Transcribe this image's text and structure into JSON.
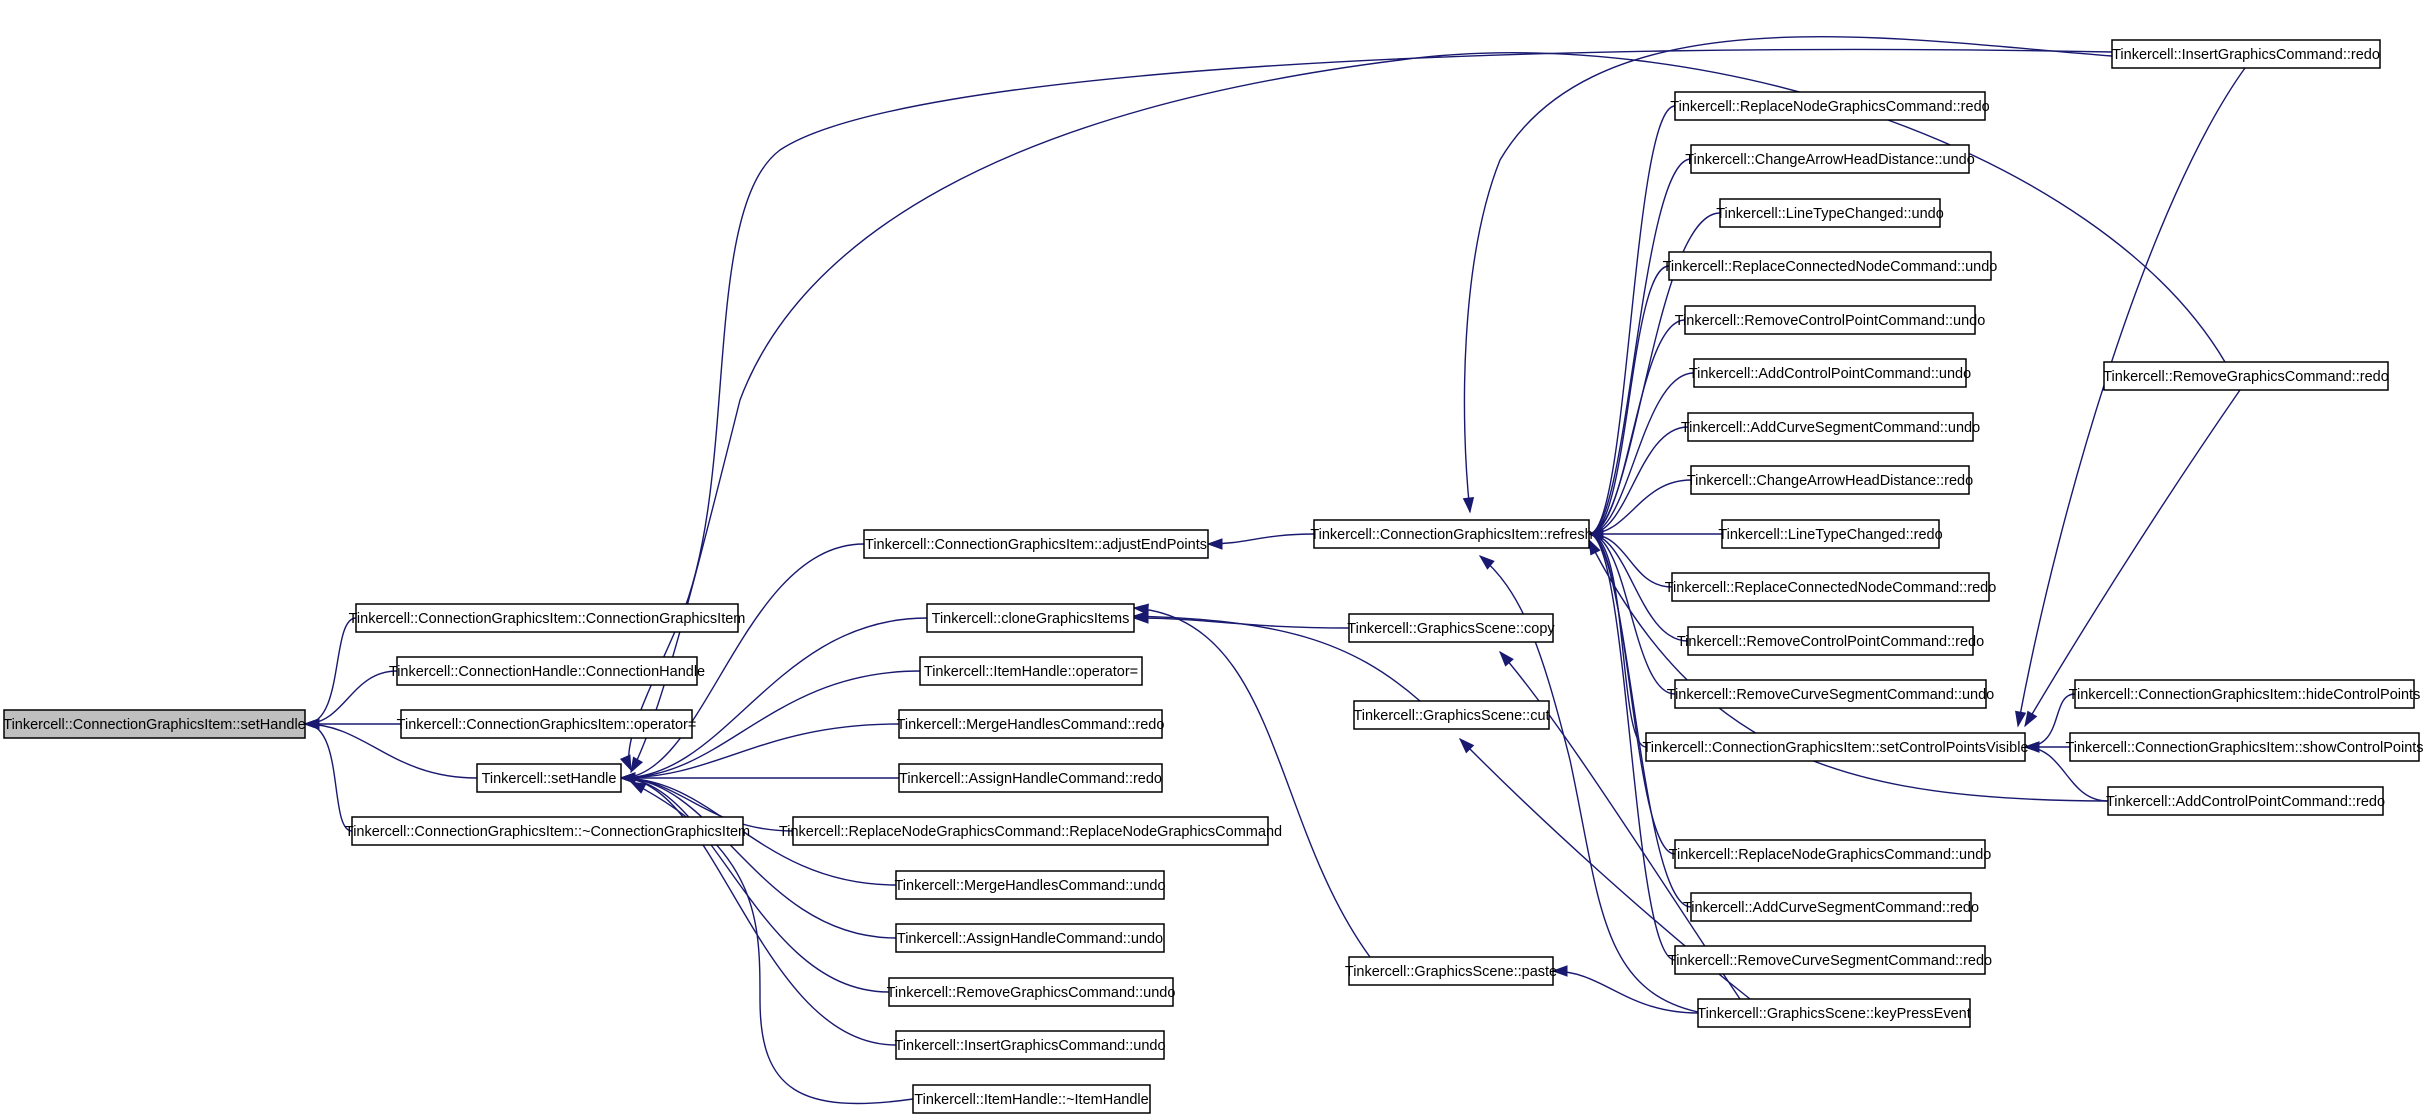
{
  "diagram": {
    "type": "call-graph",
    "colors": {
      "edge": "#191970",
      "root_fill": "#bfbfbf",
      "node_fill": "#ffffff",
      "node_border": "#000000"
    },
    "root": "Tinkercell::ConnectionGraphicsItem::setHandle",
    "nodes": [
      {
        "id": "setHandleRoot",
        "label": "Tinkercell::ConnectionGraphicsItem::setHandle",
        "root": true
      },
      {
        "id": "cgiCtor",
        "label": "Tinkercell::ConnectionGraphicsItem::ConnectionGraphicsItem"
      },
      {
        "id": "chCtor",
        "label": "Tinkercell::ConnectionHandle::ConnectionHandle"
      },
      {
        "id": "cgiAssign",
        "label": "Tinkercell::ConnectionGraphicsItem::operator="
      },
      {
        "id": "setHandle",
        "label": "Tinkercell::setHandle"
      },
      {
        "id": "cgiDtor",
        "label": "Tinkercell::ConnectionGraphicsItem::~ConnectionGraphicsItem"
      },
      {
        "id": "adjustEndPoints",
        "label": "Tinkercell::ConnectionGraphicsItem::adjustEndPoints"
      },
      {
        "id": "cloneGraphicsItems",
        "label": "Tinkercell::cloneGraphicsItems"
      },
      {
        "id": "ihAssign",
        "label": "Tinkercell::ItemHandle::operator="
      },
      {
        "id": "mergeRedo",
        "label": "Tinkercell::MergeHandlesCommand::redo"
      },
      {
        "id": "assignRedo",
        "label": "Tinkercell::AssignHandleCommand::redo"
      },
      {
        "id": "replaceNodeCtor",
        "label": "Tinkercell::ReplaceNodeGraphicsCommand::ReplaceNodeGraphicsCommand"
      },
      {
        "id": "mergeUndo",
        "label": "Tinkercell::MergeHandlesCommand::undo"
      },
      {
        "id": "assignUndo",
        "label": "Tinkercell::AssignHandleCommand::undo"
      },
      {
        "id": "removeGraphicsUndo",
        "label": "Tinkercell::RemoveGraphicsCommand::undo"
      },
      {
        "id": "insertGraphicsUndo",
        "label": "Tinkercell::InsertGraphicsCommand::undo"
      },
      {
        "id": "ihDtor",
        "label": "Tinkercell::ItemHandle::~ItemHandle"
      },
      {
        "id": "refresh",
        "label": "Tinkercell::ConnectionGraphicsItem::refresh"
      },
      {
        "id": "sceneCopy",
        "label": "Tinkercell::GraphicsScene::copy"
      },
      {
        "id": "sceneCut",
        "label": "Tinkercell::GraphicsScene::cut"
      },
      {
        "id": "scenePaste",
        "label": "Tinkercell::GraphicsScene::paste"
      },
      {
        "id": "replaceNodeRedo",
        "label": "Tinkercell::ReplaceNodeGraphicsCommand::redo"
      },
      {
        "id": "arrowUndo",
        "label": "Tinkercell::ChangeArrowHeadDistance::undo"
      },
      {
        "id": "lineTypeUndo",
        "label": "Tinkercell::LineTypeChanged::undo"
      },
      {
        "id": "replaceConnUndo",
        "label": "Tinkercell::ReplaceConnectedNodeCommand::undo"
      },
      {
        "id": "removeCPUndo",
        "label": "Tinkercell::RemoveControlPointCommand::undo"
      },
      {
        "id": "addCPUndo",
        "label": "Tinkercell::AddControlPointCommand::undo"
      },
      {
        "id": "addCurveUndo",
        "label": "Tinkercell::AddCurveSegmentCommand::undo"
      },
      {
        "id": "arrowRedo",
        "label": "Tinkercell::ChangeArrowHeadDistance::redo"
      },
      {
        "id": "lineTypeRedo",
        "label": "Tinkercell::LineTypeChanged::redo"
      },
      {
        "id": "replaceConnRedo",
        "label": "Tinkercell::ReplaceConnectedNodeCommand::redo"
      },
      {
        "id": "removeCPRedo",
        "label": "Tinkercell::RemoveControlPointCommand::redo"
      },
      {
        "id": "removeCurveUndo",
        "label": "Tinkercell::RemoveCurveSegmentCommand::undo"
      },
      {
        "id": "setCPVisible",
        "label": "Tinkercell::ConnectionGraphicsItem::setControlPointsVisible"
      },
      {
        "id": "replaceNodeUndo",
        "label": "Tinkercell::ReplaceNodeGraphicsCommand::undo"
      },
      {
        "id": "addCurveRedo",
        "label": "Tinkercell::AddCurveSegmentCommand::redo"
      },
      {
        "id": "removeCurveRedo",
        "label": "Tinkercell::RemoveCurveSegmentCommand::redo"
      },
      {
        "id": "keyPress",
        "label": "Tinkercell::GraphicsScene::keyPressEvent"
      },
      {
        "id": "insertGraphicsRedo",
        "label": "Tinkercell::InsertGraphicsCommand::redo"
      },
      {
        "id": "removeGraphicsRedo",
        "label": "Tinkercell::RemoveGraphicsCommand::redo"
      },
      {
        "id": "hideCP",
        "label": "Tinkercell::ConnectionGraphicsItem::hideControlPoints"
      },
      {
        "id": "showCP",
        "label": "Tinkercell::ConnectionGraphicsItem::showControlPoints"
      },
      {
        "id": "addCPRedo",
        "label": "Tinkercell::AddControlPointCommand::redo"
      }
    ],
    "edges": [
      [
        "cgiCtor",
        "setHandleRoot"
      ],
      [
        "chCtor",
        "setHandleRoot"
      ],
      [
        "cgiAssign",
        "setHandleRoot"
      ],
      [
        "setHandle",
        "setHandleRoot"
      ],
      [
        "cgiDtor",
        "setHandleRoot"
      ],
      [
        "adjustEndPoints",
        "setHandle"
      ],
      [
        "cloneGraphicsItems",
        "setHandle"
      ],
      [
        "ihAssign",
        "setHandle"
      ],
      [
        "mergeRedo",
        "setHandle"
      ],
      [
        "assignRedo",
        "setHandle"
      ],
      [
        "replaceNodeCtor",
        "setHandle"
      ],
      [
        "mergeUndo",
        "setHandle"
      ],
      [
        "assignUndo",
        "setHandle"
      ],
      [
        "removeGraphicsUndo",
        "setHandle"
      ],
      [
        "insertGraphicsUndo",
        "setHandle"
      ],
      [
        "ihDtor",
        "setHandle"
      ],
      [
        "insertGraphicsRedo",
        "setHandle"
      ],
      [
        "removeGraphicsRedo",
        "setHandle"
      ],
      [
        "refresh",
        "adjustEndPoints"
      ],
      [
        "sceneCopy",
        "cloneGraphicsItems"
      ],
      [
        "sceneCut",
        "cloneGraphicsItems"
      ],
      [
        "scenePaste",
        "cloneGraphicsItems"
      ],
      [
        "keyPress",
        "sceneCopy"
      ],
      [
        "keyPress",
        "sceneCut"
      ],
      [
        "keyPress",
        "scenePaste"
      ],
      [
        "replaceNodeRedo",
        "refresh"
      ],
      [
        "arrowUndo",
        "refresh"
      ],
      [
        "lineTypeUndo",
        "refresh"
      ],
      [
        "replaceConnUndo",
        "refresh"
      ],
      [
        "removeCPUndo",
        "refresh"
      ],
      [
        "addCPUndo",
        "refresh"
      ],
      [
        "addCurveUndo",
        "refresh"
      ],
      [
        "arrowRedo",
        "refresh"
      ],
      [
        "lineTypeRedo",
        "refresh"
      ],
      [
        "replaceConnRedo",
        "refresh"
      ],
      [
        "removeCPRedo",
        "refresh"
      ],
      [
        "removeCurveUndo",
        "refresh"
      ],
      [
        "setCPVisible",
        "refresh"
      ],
      [
        "replaceNodeUndo",
        "refresh"
      ],
      [
        "addCurveRedo",
        "refresh"
      ],
      [
        "removeCurveRedo",
        "refresh"
      ],
      [
        "keyPress",
        "refresh"
      ],
      [
        "insertGraphicsRedo",
        "refresh"
      ],
      [
        "addCPRedo",
        "refresh"
      ],
      [
        "insertGraphicsRedo",
        "setCPVisible"
      ],
      [
        "removeGraphicsRedo",
        "setCPVisible"
      ],
      [
        "hideCP",
        "setCPVisible"
      ],
      [
        "showCP",
        "setCPVisible"
      ],
      [
        "addCPRedo",
        "setCPVisible"
      ]
    ]
  }
}
